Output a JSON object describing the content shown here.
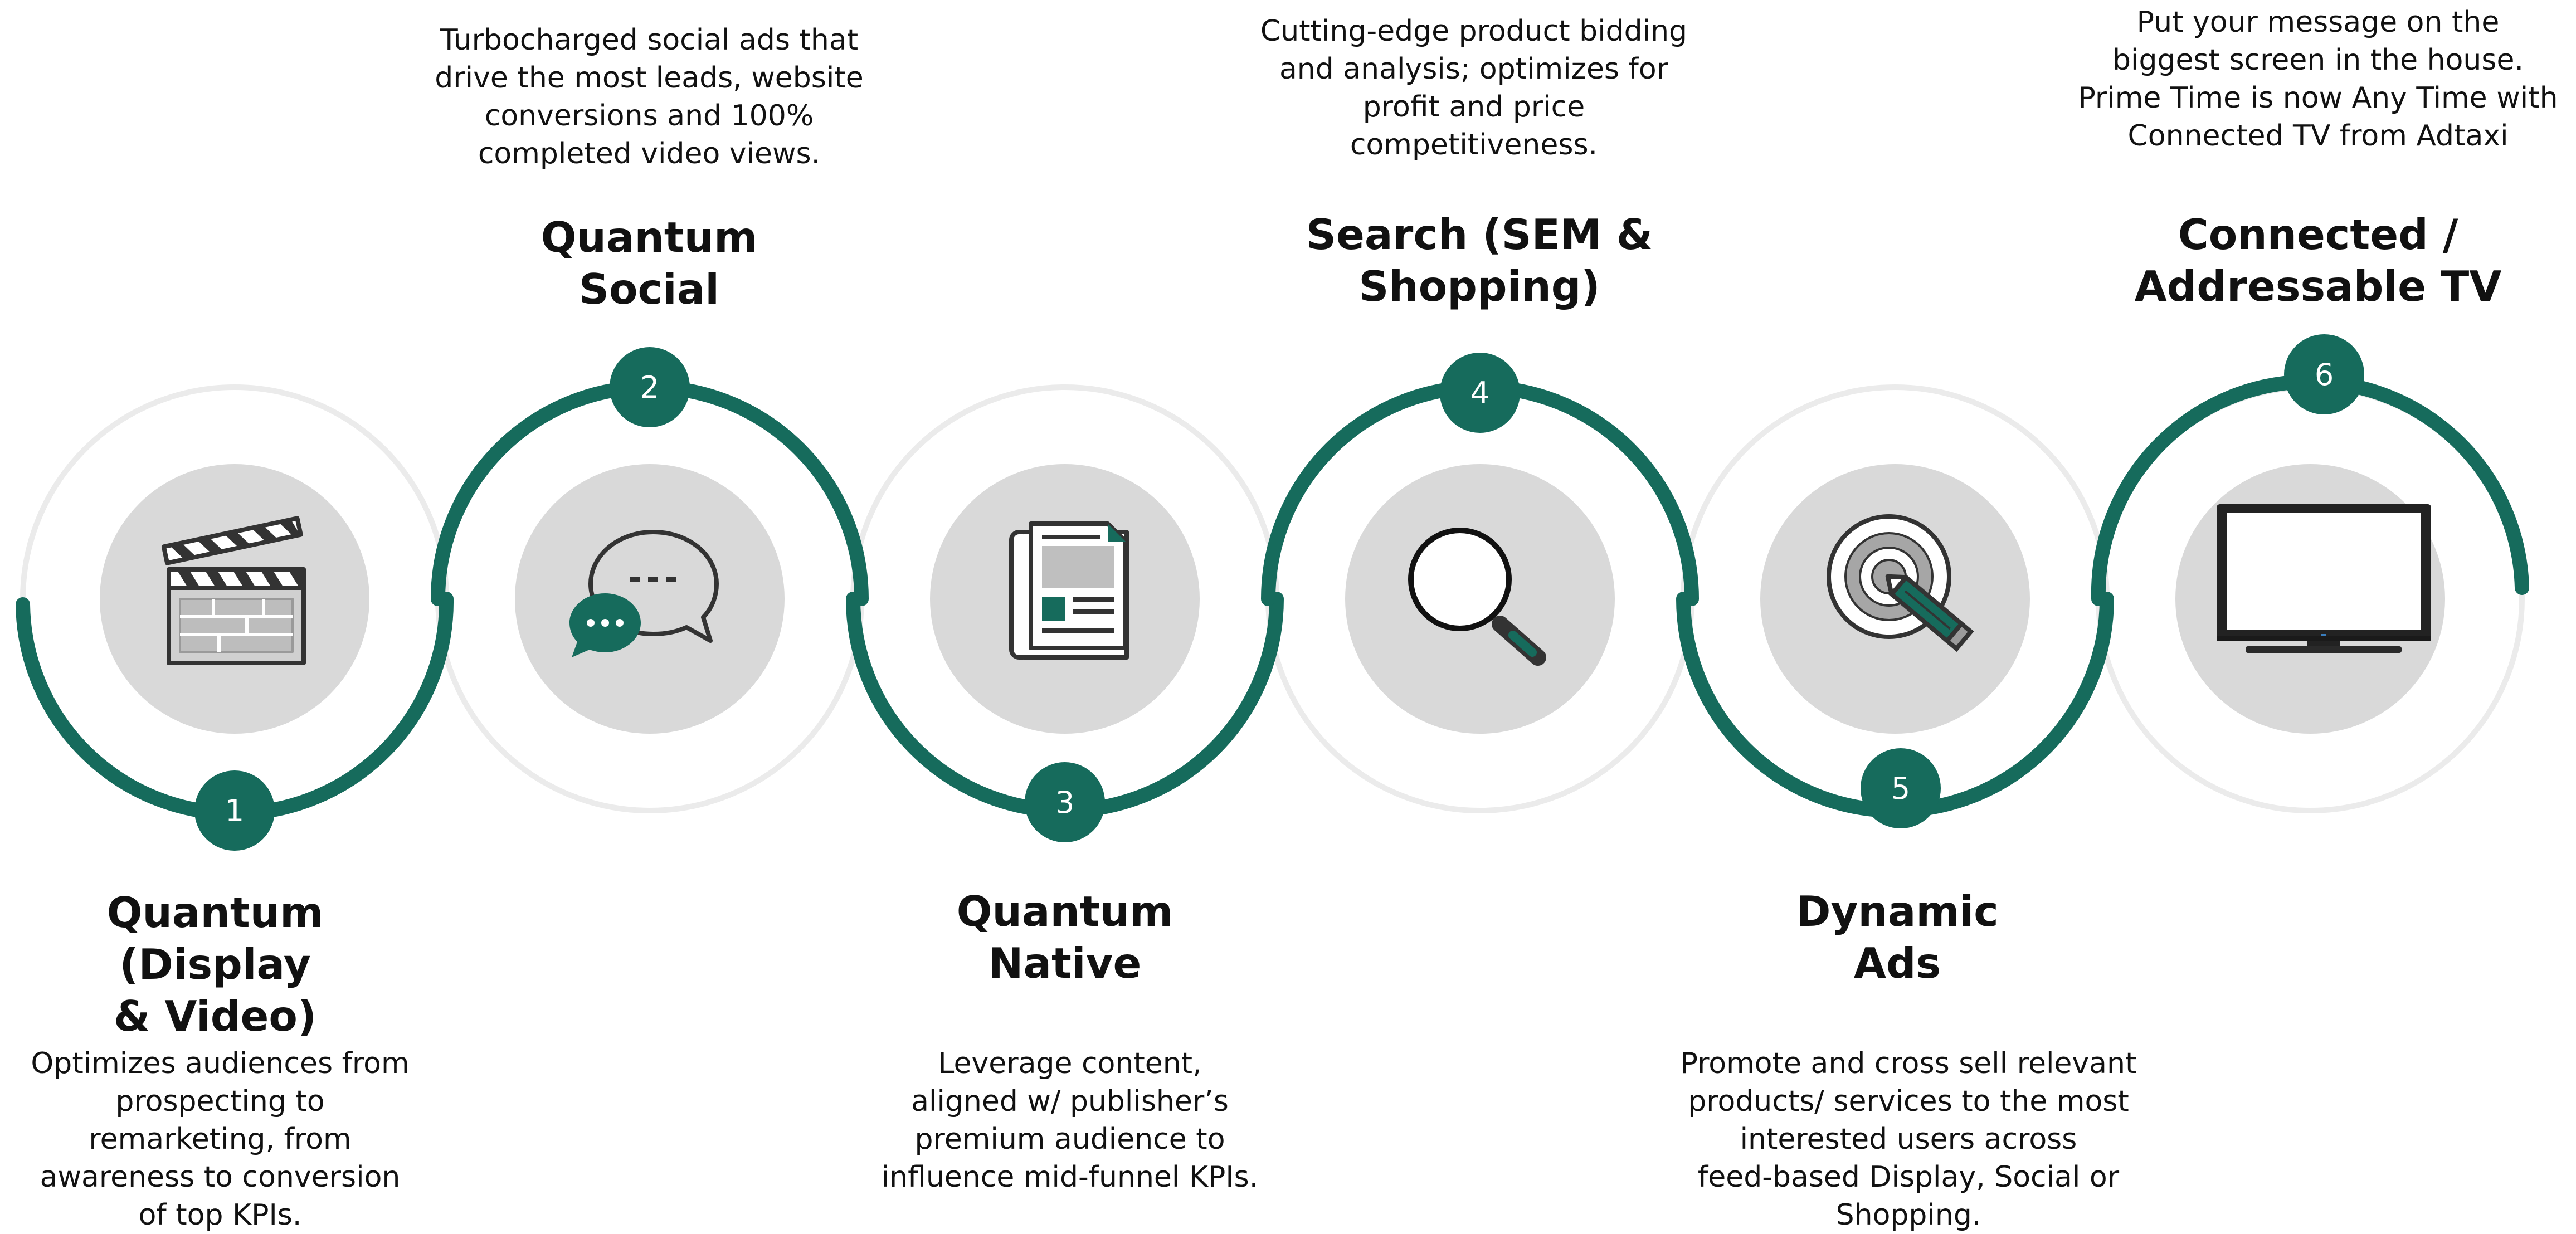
{
  "colors": {
    "accent": "#166b5c",
    "ring": "#ebebeb",
    "disc": "#d9d9d9",
    "icon_dark": "#333333"
  },
  "steps": [
    {
      "number": "1",
      "title": "Quantum (Display\n& Video)",
      "description": "Optimizes audiences from\nprospecting to\nremarketing, from\nawareness to conversion\nof top  KPIs.",
      "icon": "clapperboard-icon"
    },
    {
      "number": "2",
      "title": "Quantum\nSocial",
      "description": "Turbocharged social ads that\ndrive the most leads, website\nconversions and 100%\ncompleted video views.",
      "icon": "chat-bubbles-icon"
    },
    {
      "number": "3",
      "title": "Quantum\nNative",
      "description": "Leverage content,\naligned w/ publisher’s\npremium audience to\ninfluence mid-funnel KPIs.",
      "icon": "newspaper-icon"
    },
    {
      "number": "4",
      "title": "Search (SEM &\nShopping)",
      "description": "Cutting-edge product bidding\nand analysis; optimizes  for\nprofit and price\ncompetitiveness.",
      "icon": "magnifier-icon"
    },
    {
      "number": "5",
      "title": "Dynamic\nAds",
      "description": "Promote and cross sell relevant\nproducts/ services to the most\ninterested users across\nfeed-based Display, Social or\nShopping.",
      "icon": "target-pencil-icon"
    },
    {
      "number": "6",
      "title": "Connected /\nAddressable TV",
      "description": "Put your message on the\nbiggest screen in the house.\nPrime Time is now Any Time with\nConnected TV from Adtaxi",
      "icon": "tv-icon"
    }
  ]
}
